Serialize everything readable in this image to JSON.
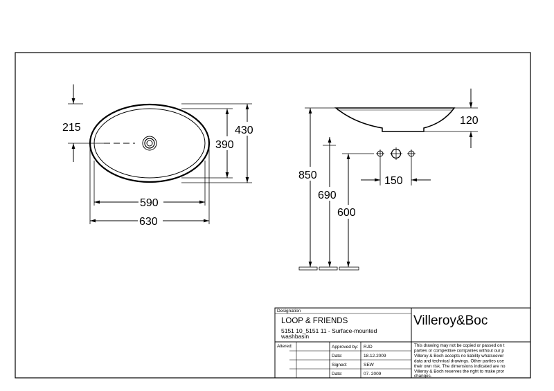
{
  "dimensions": {
    "top_view": {
      "offset_215": "215",
      "height_430": "430",
      "inner_height_390": "390",
      "inner_width_590": "590",
      "outer_width_630": "630"
    },
    "side_view": {
      "depth_120": "120",
      "height_850": "850",
      "height_690": "690",
      "height_600": "600",
      "spacing_150": "150"
    }
  },
  "title_block": {
    "designation_label": "Designation",
    "product_name": "LOOP & FRIENDS",
    "product_code": "5151 10_5151 11 - Surface-mounted",
    "product_type": "washbasin",
    "brand": "Villeroy&Boc",
    "altered_label": "Altered:",
    "rows": [
      {
        "label": "Approved by:",
        "value": "RJD"
      },
      {
        "label": "Date:",
        "value": "18.12.2009"
      },
      {
        "label": "Signed:",
        "value": "SEW"
      },
      {
        "label": "Date:",
        "value": "07. 2009"
      }
    ],
    "notice_lines": [
      "This drawing may not be copied or passed on t",
      "parties or competitive companies without our p",
      "Villeroy & Boch accepts no liability whatsoever",
      "data and technical drawings. Other parties use",
      "their own risk. The dimensions indicated are no",
      "Villeroy & Boch reserves the right to make pror",
      "changes."
    ]
  }
}
